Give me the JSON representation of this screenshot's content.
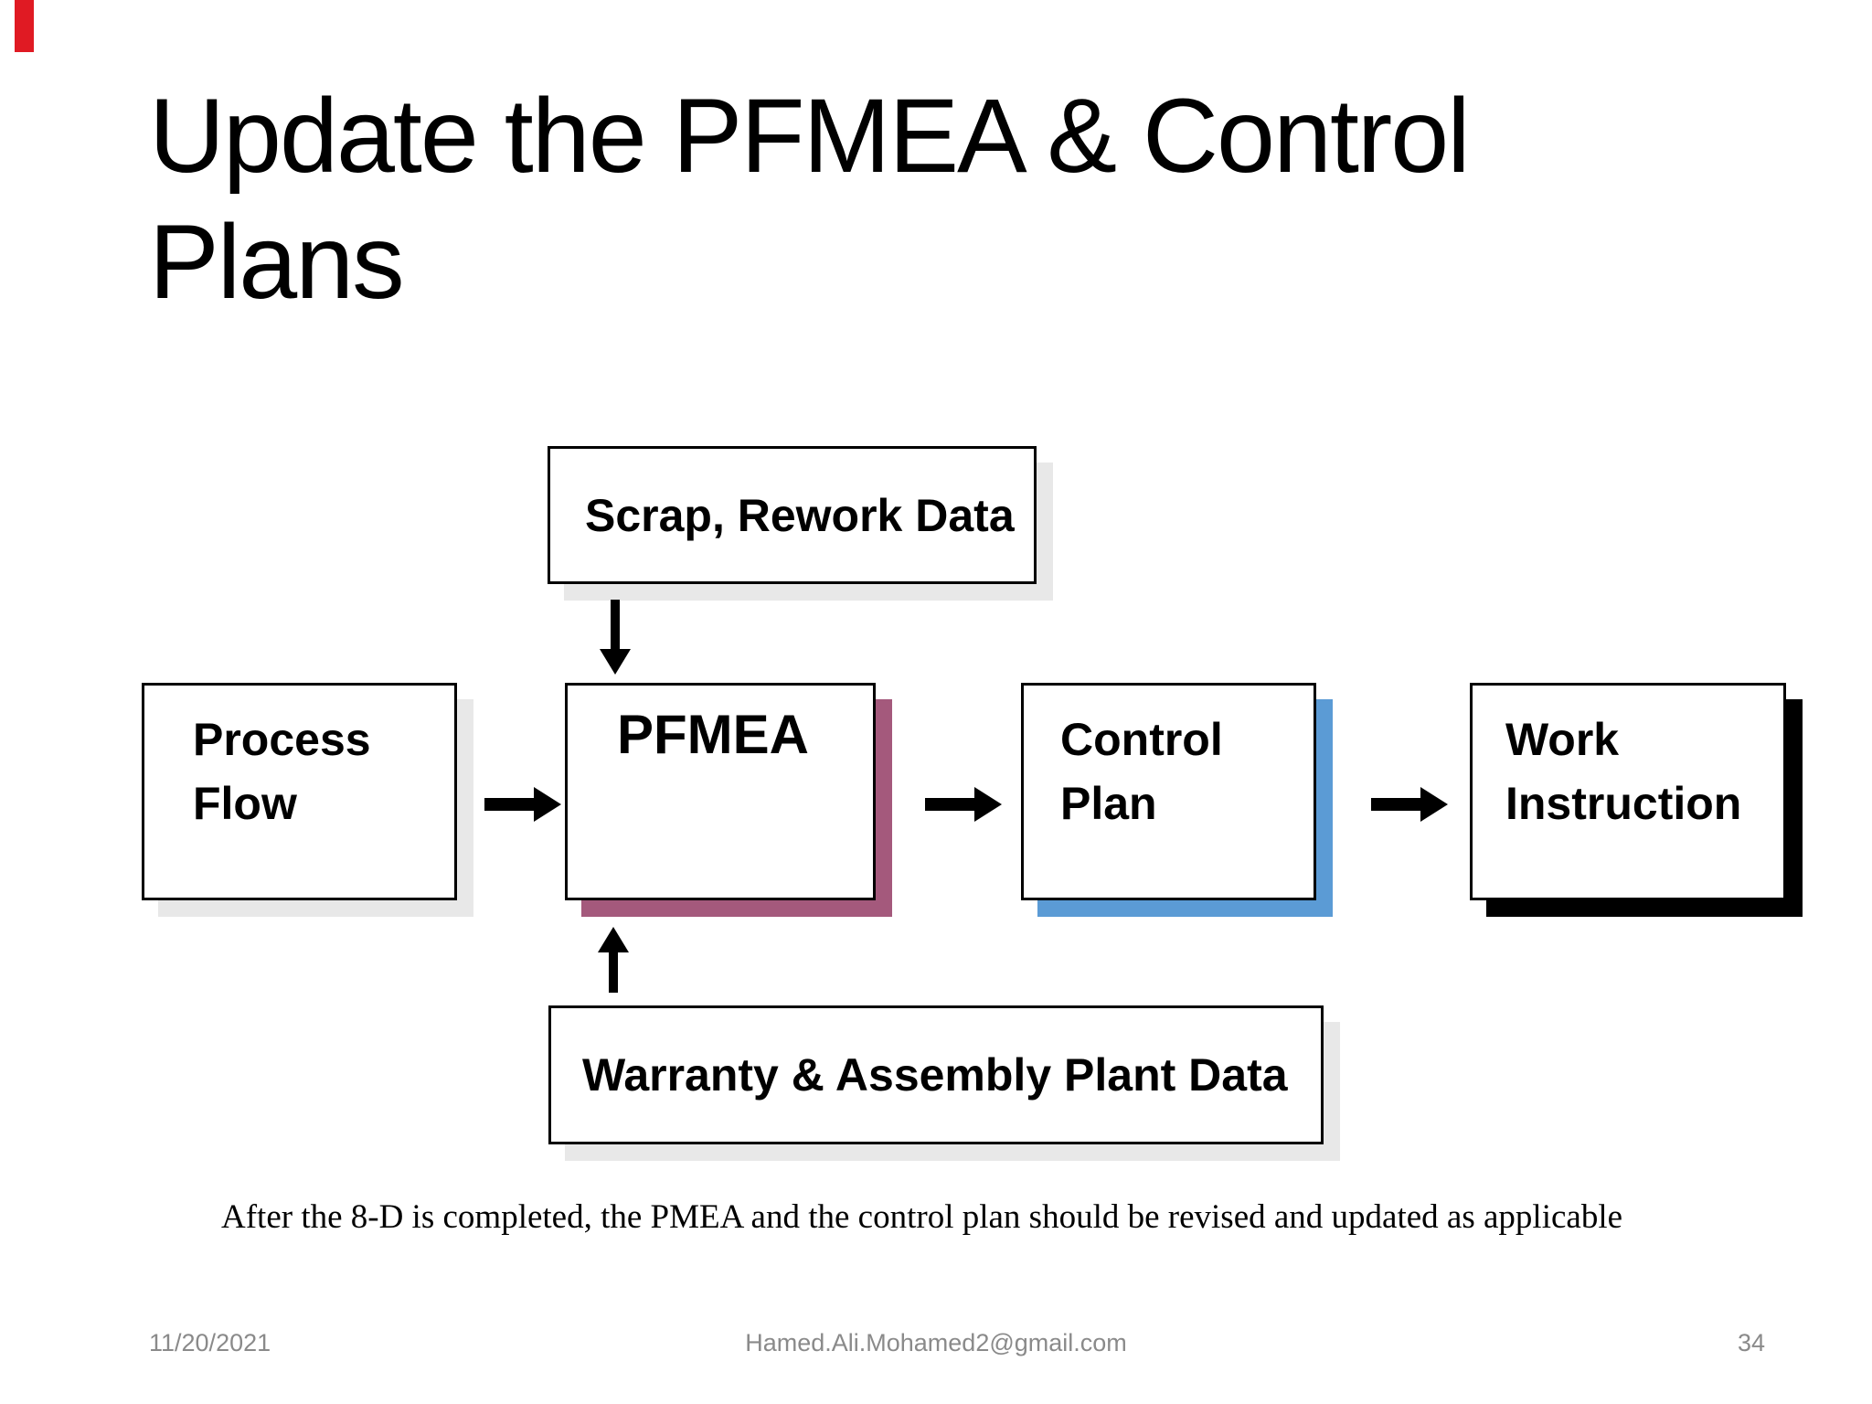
{
  "slide": {
    "title": "Update the PFMEA & Control Plans",
    "red_marker_color": "#e01a23",
    "background_color": "#ffffff"
  },
  "diagram": {
    "scrap_box_label": "Scrap, Rework Data",
    "scrap_shadow_color": "#e8e8e8",
    "warranty_box_label": "Warranty & Assembly Plant Data",
    "warranty_shadow_color": "#e8e8e8",
    "flow_boxes": [
      {
        "label": "Process Flow",
        "shadow_color": "#e8e8e8"
      },
      {
        "label": "PFMEA",
        "shadow_color": "#a4597c"
      },
      {
        "label": "Control Plan",
        "shadow_color": "#5b9bd5"
      },
      {
        "label": "Work Instruction",
        "shadow_color": "#000000"
      }
    ]
  },
  "note_text": "After the 8-D is completed, the PMEA and the control plan should be revised and updated as applicable",
  "footer": {
    "date": "11/20/2021",
    "email": "Hamed.Ali.Mohamed2@gmail.com",
    "page_number": "34"
  }
}
